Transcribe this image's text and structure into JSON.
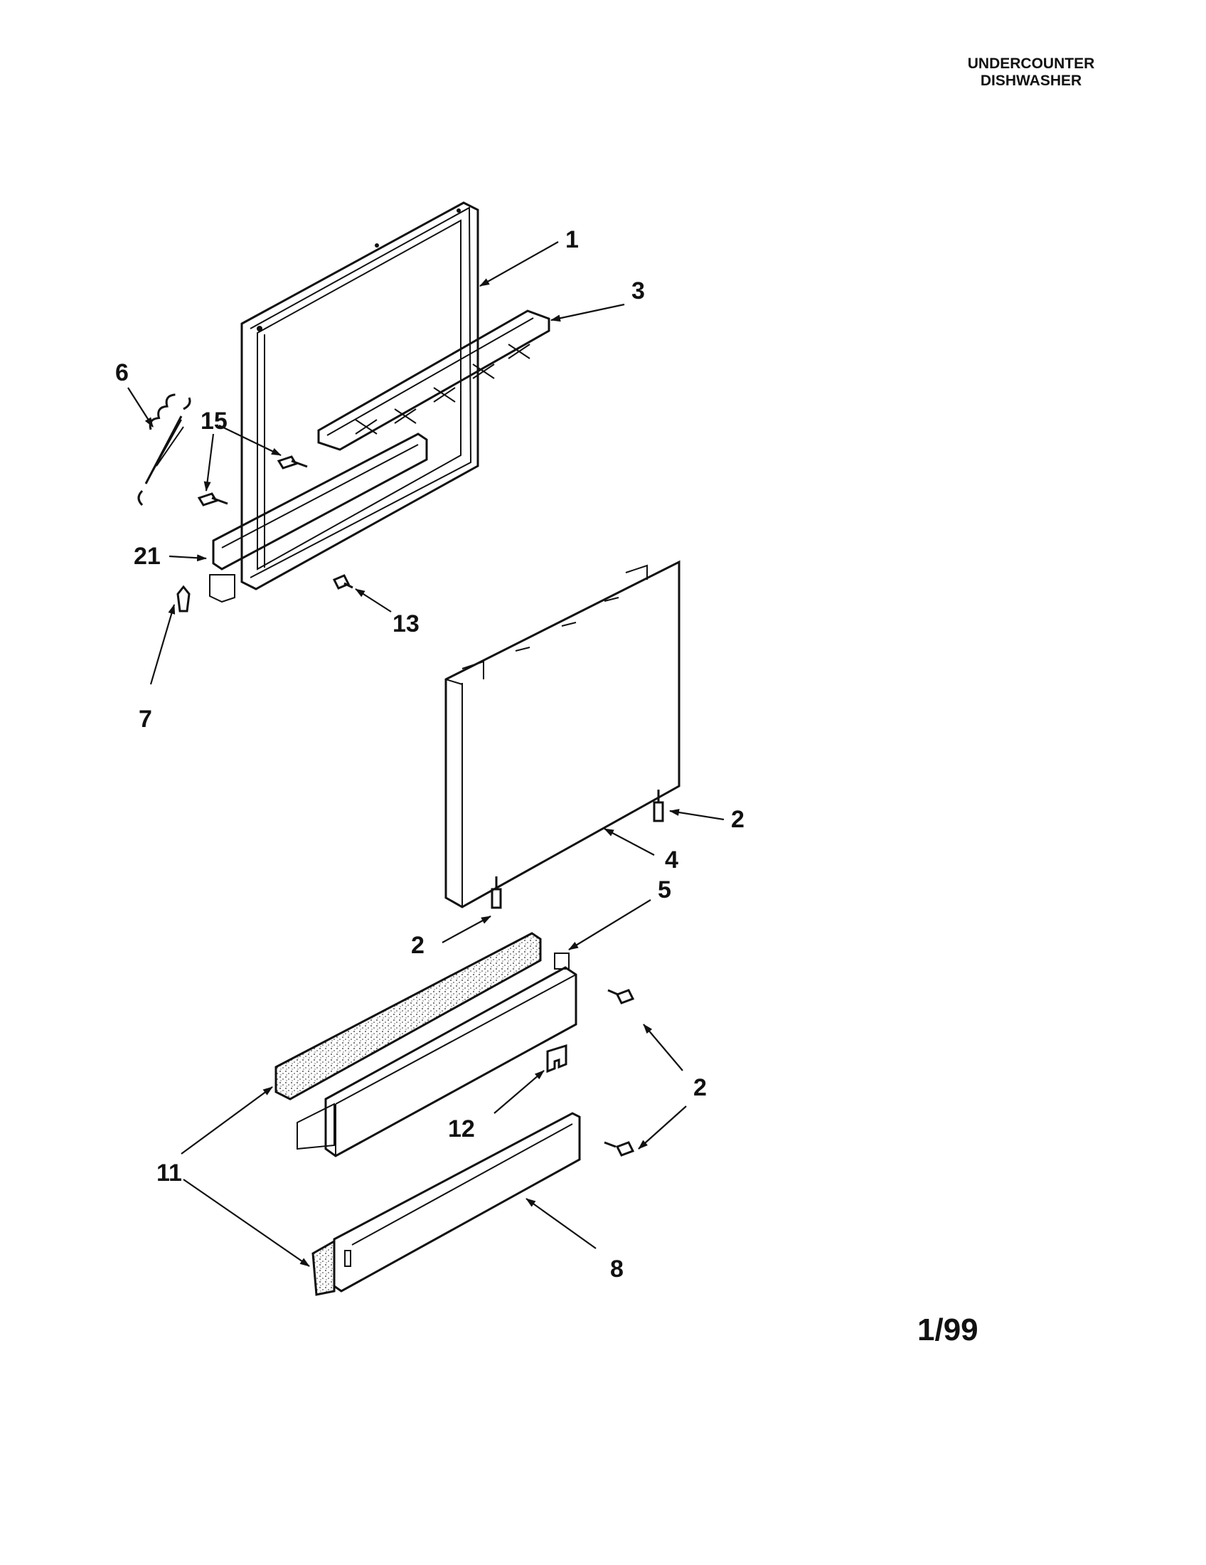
{
  "header": {
    "line1": "UNDERCOUNTER",
    "line2": "DISHWASHER"
  },
  "date_code": "1/99",
  "callouts": {
    "c1": "1",
    "c3": "3",
    "c6": "6",
    "c15": "15",
    "c21": "21",
    "c13": "13",
    "c7": "7",
    "c2a": "2",
    "c4": "4",
    "c5": "5",
    "c2b": "2",
    "c2c": "2",
    "c12": "12",
    "c11": "11",
    "c8": "8"
  }
}
